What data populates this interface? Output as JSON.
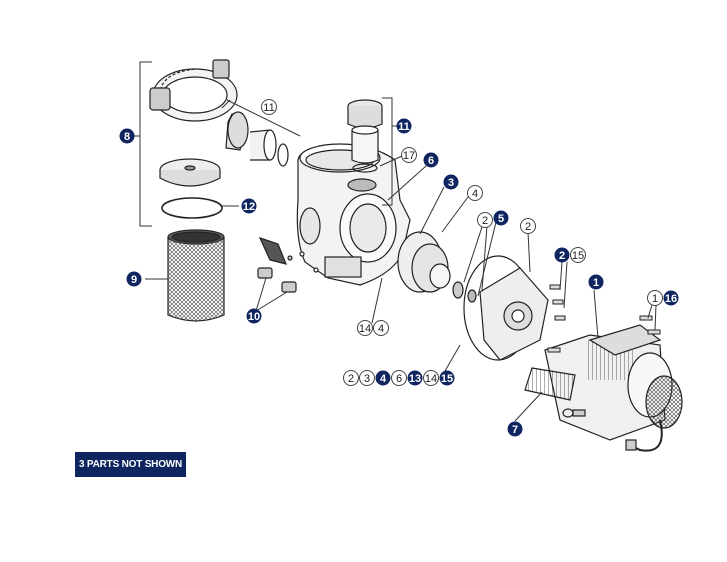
{
  "diagram": {
    "notice_label": "3 PARTS NOT SHOWN",
    "colors": {
      "filled_callout": "#0f2560",
      "outline_callout": "#444444",
      "line": "#333333"
    },
    "callouts": {
      "c8": "8",
      "c11a": "11",
      "c11b": "11",
      "c6": "6",
      "c17": "17",
      "c3": "3",
      "c4a": "4",
      "c12": "12",
      "c2a": "2",
      "c5": "5",
      "c2b": "2",
      "c2c": "2",
      "c15a": "15",
      "c1": "1",
      "c9": "9",
      "c10": "10",
      "c1b": "1",
      "c16": "16",
      "c14a": "14",
      "c4b": "4",
      "r2": "2",
      "r3": "3",
      "r4": "4",
      "r6": "6",
      "r13": "13",
      "r14": "14",
      "r15": "15",
      "c7": "7"
    }
  }
}
